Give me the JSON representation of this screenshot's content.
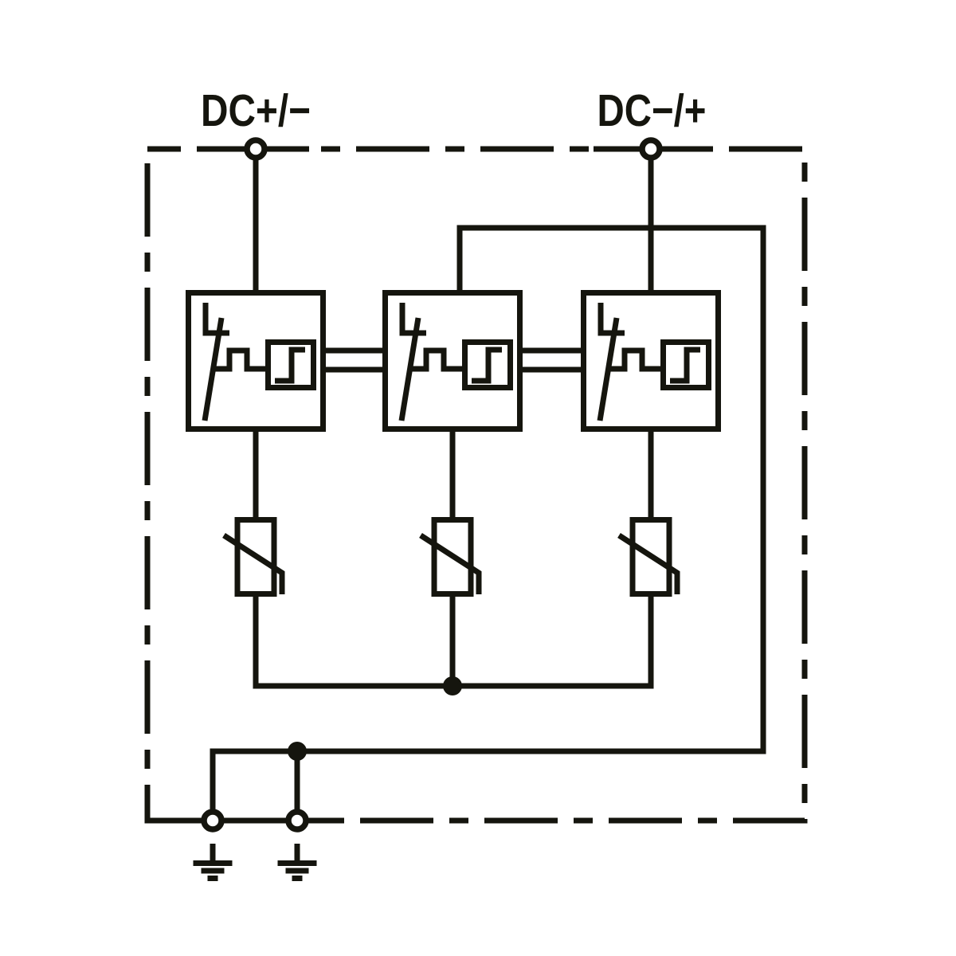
{
  "diagram": {
    "background_color": "#FFFFFF",
    "line_color": "#15150e",
    "terminals": {
      "top_left": {
        "label": "DC+/−"
      },
      "top_right": {
        "label": "DC−/+"
      }
    },
    "icons": {
      "disconnector_block": "thermal-disconnector-with-trigger-icon",
      "varistor": "varistor-icon",
      "earth": "earth-ground-icon",
      "terminal": "circle-terminal-icon",
      "junction": "junction-dot-icon",
      "enclosure": "dash-dot-enclosure-border"
    },
    "counts": {
      "dc_terminals": 2,
      "disconnector_blocks": 3,
      "varistors": 3,
      "earth_terminals": 2,
      "junction_dots": 2
    }
  }
}
